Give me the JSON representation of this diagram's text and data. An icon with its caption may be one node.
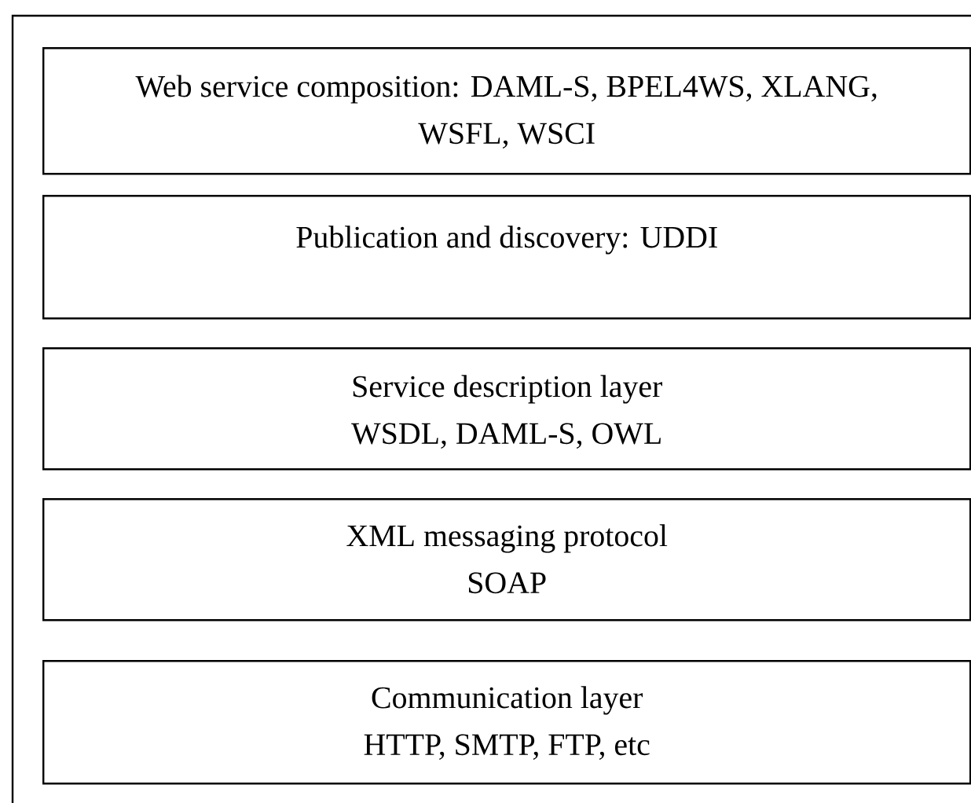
{
  "diagram": {
    "nodes": [
      {
        "text": [],
        "shape": "box"
      },
      {
        "text": [
          "Web service composition: DAML-S, BPEL4WS, XLANG, WSFL, WSCI"
        ],
        "in": 0
      },
      {
        "text": [
          "Publication and discovery: UDDI"
        ],
        "in": 0
      },
      {
        "text": [
          "Service description layer",
          "WSDL, DAML-S, OWL"
        ],
        "in": 0
      },
      {
        "text": [
          "XML messaging protocol",
          "SOAP"
        ],
        "in": 0
      },
      {
        "text": [
          "Communication layer",
          "HTTP, SMTP, FTP, etc"
        ],
        "in": 0
      }
    ]
  }
}
